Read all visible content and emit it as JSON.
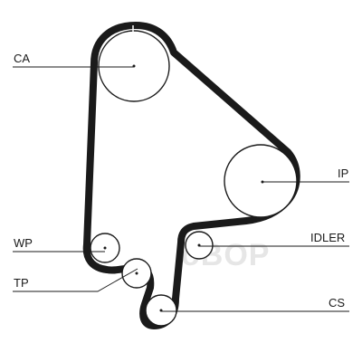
{
  "labels": {
    "ca": "CA",
    "ip": "IP",
    "wp": "WP",
    "idler": "IDLER",
    "tp": "TP",
    "cs": "CS"
  },
  "watermark": "oBOP",
  "colors": {
    "ink": "#1a1a1a",
    "background": "#ffffff",
    "watermark": "#e6e6e6"
  }
}
